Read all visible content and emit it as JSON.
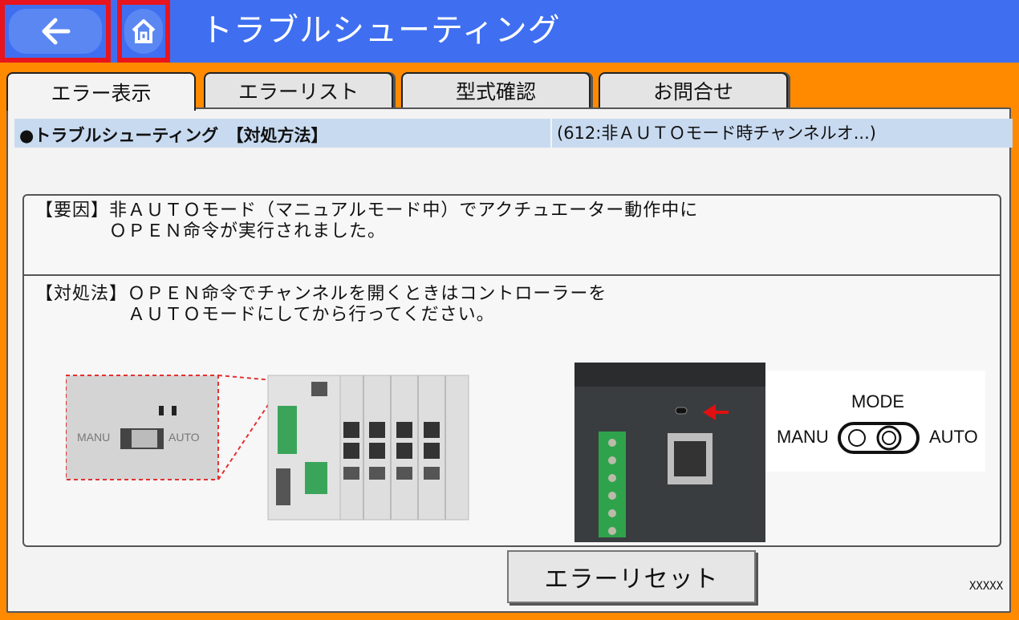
{
  "header": {
    "title": "トラブルシューティング",
    "accent_color": "#3f6ff0",
    "highlight_color": "#e8141e",
    "back_icon": "arrow-left-icon",
    "home_icon": "home-icon"
  },
  "tabs": [
    {
      "label": "エラー表示",
      "active": true
    },
    {
      "label": "エラーリスト",
      "active": false
    },
    {
      "label": "型式確認",
      "active": false
    },
    {
      "label": "お問合せ",
      "active": false
    }
  ],
  "panel": {
    "heading": "●トラブルシューティング　【対処方法】",
    "error_ref": "(612:非ＡＵＴＯモード時チャンネルオ...)",
    "cause": "【要因】非ＡＵＴＯモード（マニュアルモード中）でアクチュエーター動作中に\n　　　　ＯＰＥＮ命令が実行されました。",
    "remedy": "【対処法】ＯＰＥＮ命令でチャンネルを開くときはコントローラーを\n　　　　　ＡＵＴＯモードにしてから行ってください。"
  },
  "figure_left": {
    "switch_left": "MANU",
    "switch_right": "AUTO"
  },
  "figure_right": {
    "mode_label": "MODE",
    "switch_left": "MANU",
    "switch_right": "AUTO"
  },
  "reset_button": "エラーリセット",
  "footer_code": "XXXXX"
}
